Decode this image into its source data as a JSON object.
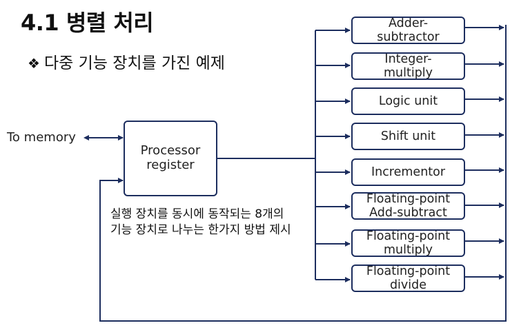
{
  "title": "4.1 병렬 처리",
  "subtitle": {
    "bullet": "❖",
    "text": "다중 기능 장치를 가진 예제"
  },
  "memory_label": "To memory",
  "processor_label": "Processor\nregister",
  "units": [
    {
      "label": "Adder-\nsubtractor"
    },
    {
      "label": "Integer-\nmultiply"
    },
    {
      "label": "Logic unit"
    },
    {
      "label": "Shift unit"
    },
    {
      "label": "Incrementor"
    },
    {
      "label": "Floating-point\nAdd-subtract"
    },
    {
      "label": "Floating-point\nmultiply"
    },
    {
      "label": "Floating-point\ndivide"
    }
  ],
  "description": {
    "line1": "실행 장치를 동시에 동작되는 8개의",
    "line2": "기능 장치로 나누는 한가지 방법 제시"
  },
  "colors": {
    "wire": "#1c2d5e",
    "box_border": "#1c2d5e",
    "text": "#111111"
  }
}
